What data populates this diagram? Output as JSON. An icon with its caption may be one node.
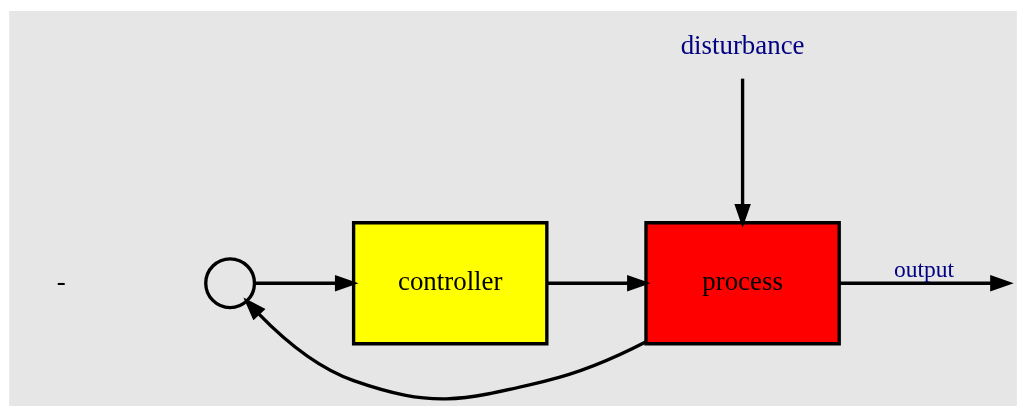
{
  "diagram": {
    "nodes": [
      {
        "text": [],
        "shape": "circle"
      },
      {
        "text": [
          "controller"
        ]
      },
      {
        "text": [
          "process"
        ]
      },
      {
        "text": [
          "disturbance"
        ]
      }
    ],
    "edges": [
      {
        "from": 0,
        "to": 1,
        "arrow": "to"
      },
      {
        "from": 1,
        "to": 2,
        "arrow": "to"
      },
      {
        "from": 3,
        "to": 2,
        "arrow": "to"
      },
      {
        "from": 2,
        "to": null,
        "arrow": "to",
        "label": "output"
      },
      {
        "from": 2,
        "to": 0,
        "arrow": "to"
      }
    ],
    "labels": [
      "-"
    ]
  }
}
